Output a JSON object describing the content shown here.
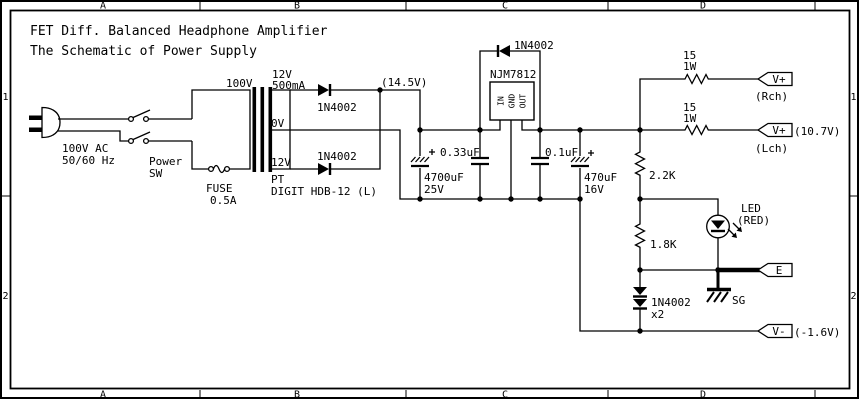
{
  "grid": {
    "cols": [
      "A",
      "B",
      "C",
      "D"
    ],
    "rows": [
      "1",
      "2"
    ]
  },
  "title": {
    "line1": "FET Diff. Balanced Headphone Amplifier",
    "line2": "The Schematic of Power Supply"
  },
  "texts": {
    "ac_voltage": "100V AC",
    "ac_freq": "50/60 Hz",
    "power_sw_1": "Power",
    "power_sw_2": "SW",
    "fuse_1": "FUSE",
    "fuse_2": "0.5A",
    "primary_voltage": "100V",
    "sec_top_v": "12V",
    "sec_top_a": "500mA",
    "sec_mid": "0V",
    "sec_bot": "12V",
    "pt_1": "PT",
    "pt_2": "DIGIT HDB-12 (L)",
    "diode_top": "1N4002",
    "diode_bot": "1N4002",
    "node_voltage": "(14.5V)",
    "cap_main_1": "4700uF",
    "cap_main_2": "25V",
    "cap_in": "0.33uF",
    "regulator": "NJM7812",
    "reg_in": "IN",
    "reg_gnd": "GND",
    "reg_out": "OUT",
    "diode_protect": "1N4002",
    "cap_out": "0.1uF",
    "cap_out2_1": "470uF",
    "cap_out2_2": "16V",
    "r_rch_1": "15",
    "r_rch_2": "1W",
    "r_lch_1": "15",
    "r_lch_2": "1W",
    "r_bias": "2.2K",
    "r_led": "1.8K",
    "diode_bias_1": "1N4002",
    "diode_bias_2": "x2",
    "led_1": "LED",
    "led_2": "(RED)",
    "sg": "SG",
    "tag_vplus": "V+",
    "tag_e": "E",
    "tag_vminus": "V-",
    "out_rch": "(Rch)",
    "out_lch": "(Lch)",
    "v_out": "(10.7V)",
    "v_neg": "(-1.6V)"
  }
}
